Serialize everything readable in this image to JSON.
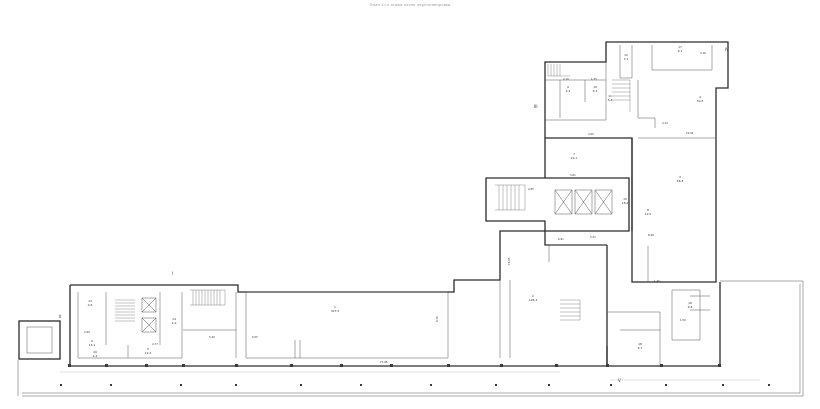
{
  "title": "План 1-го этажа после перепланировки",
  "axes": [
    "II",
    "III",
    "IV",
    "V",
    "I"
  ],
  "rooms": [
    {
      "id": "r1",
      "number": "1",
      "area": "327,5"
    },
    {
      "id": "r2",
      "number": "2",
      "area": "128,3"
    },
    {
      "id": "r3",
      "number": "3",
      "area": "56,3"
    },
    {
      "id": "r4",
      "number": "4",
      "area": "30,3"
    },
    {
      "id": "r5",
      "number": "5",
      "area": "12,4"
    },
    {
      "id": "r6",
      "number": "6",
      "area": "15,1"
    },
    {
      "id": "r7",
      "number": "7",
      "area": "22,1"
    },
    {
      "id": "r8",
      "number": "8",
      "area": "12,5"
    },
    {
      "id": "r9",
      "number": "9",
      "area": "4,2"
    },
    {
      "id": "r10",
      "number": "10",
      "area": "6,3"
    },
    {
      "id": "r11",
      "number": "11",
      "area": "5,4"
    },
    {
      "id": "r12",
      "number": "12",
      "area": "3,1"
    },
    {
      "id": "r13",
      "number": "13",
      "area": "2,6"
    },
    {
      "id": "r14",
      "number": "14",
      "area": "1,9"
    },
    {
      "id": "r15",
      "number": "15",
      "area": "18,4"
    },
    {
      "id": "r16",
      "number": "16",
      "area": "9,8"
    },
    {
      "id": "r17",
      "number": "17",
      "area": "6,1"
    },
    {
      "id": "r18",
      "number": "18",
      "area": "4,7"
    },
    {
      "id": "r19",
      "number": "19",
      "area": "2,2"
    }
  ],
  "dimensions": [
    "77,95",
    "15,83",
    "8,76",
    "6,55",
    "5,40",
    "4,77",
    "3,81",
    "3,00",
    "2,90",
    "2,10",
    "1,50",
    "1,35",
    "10,92",
    "8,46",
    "6,91",
    "5,27",
    "4,14",
    "3,16",
    "2,65",
    "1,45"
  ]
}
